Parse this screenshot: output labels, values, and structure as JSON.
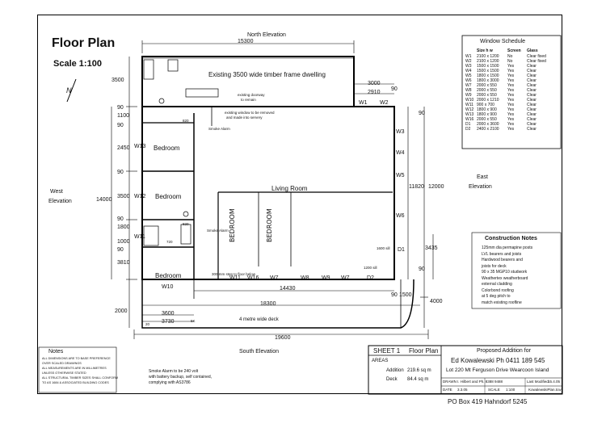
{
  "title": "Floor Plan",
  "scale": "Scale 1:100",
  "north_arrow": "N",
  "elevations": {
    "north": "North Elevation",
    "south": "South Elevation",
    "east": [
      "East",
      "Elevation"
    ],
    "west": [
      "West",
      "Elevation"
    ]
  },
  "rooms": {
    "existing": "Existing 3500 wide timber frame dwelling",
    "bedroom1": "Bedroom",
    "bedroom2": "Bedroom",
    "bedroom3": "Bedroom",
    "living": "Living Room",
    "bedroom_hand1": "BEDROOM",
    "bedroom_hand2": "BEDROOM",
    "deck": "4 metre wide deck",
    "smoke1": "Smoke Alarm",
    "smoke2": "Smoke Alarm"
  },
  "notes": {
    "doorway": [
      "existing doorway",
      "to remain"
    ],
    "window_removed": [
      "existing window to be removed",
      "and made into servery"
    ],
    "area_1600": "1600 sill",
    "area_1200": "1200 sill",
    "slide": "300 mm step to floor below"
  },
  "dimensions": {
    "top_15300": "15300",
    "left_3500": "3500",
    "left_1100": "1100",
    "left_2450": "2450",
    "left_3500b": "3500",
    "left_14000": "14000",
    "left_1800": "1800",
    "left_1000": "1000",
    "left_3810": "3810",
    "left_2000": "2000",
    "left_90a": "90",
    "left_90b": "90",
    "left_90c": "90",
    "left_90d": "90",
    "left_90e": "90",
    "right_3000": "3000",
    "right_2910": "2910",
    "right_90a": "90",
    "right_90b": "90",
    "right_11820": "11820",
    "right_12000": "12000",
    "right_3435": "3435",
    "right_90c": "90",
    "right_90d": "90",
    "right_1500": "1500",
    "right_4000": "4000",
    "bottom_14430": "14430",
    "bottom_18300": "18300",
    "bottom_3600": "3600",
    "bottom_3730": "3730",
    "bottom_19600": "19600",
    "small_820a": "820",
    "small_820b": "820",
    "small_720": "720",
    "small_20": "20",
    "small_5k": "5K"
  },
  "window_tags": {
    "w1": "W1",
    "w2": "W2",
    "w3": "W3",
    "w4": "W4",
    "w5": "W5",
    "w6": "W6",
    "w8": "W8",
    "w9": "W9",
    "w10": "W10",
    "w11": "W11",
    "w12": "W12",
    "w13": "W13",
    "w16": "W16",
    "w7": "W7",
    "d1": "D1",
    "d2": "D2"
  },
  "window_schedule": {
    "title": "Window Schedule",
    "headers": [
      "",
      "Size h  w",
      "Screen",
      "Glass"
    ],
    "rows": [
      [
        "W1",
        "2100 x 1200",
        "No",
        "Clear  fixed"
      ],
      [
        "W2",
        "2100 x 1200",
        "No",
        "Clear  fixed"
      ],
      [
        "W3",
        "1500 x 1500",
        "Yes",
        "Clear"
      ],
      [
        "W4",
        "1500 x 1500",
        "Yes",
        "Clear"
      ],
      [
        "W5",
        "1800 x 1500",
        "Yes",
        "Clear"
      ],
      [
        "W6",
        "1800 x 3000",
        "Yes",
        "Clear"
      ],
      [
        "W7",
        "2000 x 550",
        "Yes",
        "Clear"
      ],
      [
        "W8",
        "2000 x 550",
        "Yes",
        "Clear"
      ],
      [
        "W9",
        "2000 x 550",
        "Yes",
        "Clear"
      ],
      [
        "W10",
        "2000 x 1210",
        "Yes",
        "Clear"
      ],
      [
        "W11",
        "900 x 700",
        "Yes",
        "Clear"
      ],
      [
        "W12",
        "1800 x 900",
        "Yes",
        "Clear"
      ],
      [
        "W13",
        "1800 x 900",
        "Yes",
        "Clear"
      ],
      [
        "W16",
        "2000 x 550",
        "Yes",
        "Clear"
      ],
      [
        "D1",
        "2000 x 3600",
        "Yes",
        "Clear"
      ],
      [
        "D2",
        "2400 x 2100",
        "Yes",
        "Clear"
      ]
    ]
  },
  "construction_notes": {
    "title": "Construction Notes",
    "lines": [
      "125mm dia permapine posts",
      "LVL bearers and joists",
      "Hardwood bearers and",
      "joists for deck",
      "90 x 35 MGP10 studwork",
      "Weathertex weatherboard",
      "external cladding",
      "Colorbond roofing",
      "at 5 deg pitch to",
      "match existing roofline"
    ]
  },
  "notes_box": {
    "title": "Notes",
    "lines": [
      "ALL DIMENSIONS ARE TO BASE PREFERENCE",
      "OVER SCALED DRAWINGS",
      "ALL MEASUREMENTS ARE IN MILLIMETRES",
      "UNLESS OTHERWISE STATED",
      "ALL STRUCTURAL TIMBER SIZES SHALL CONFORM",
      "TO AS 1684 & ASSOCIATED BUILDING CODES"
    ]
  },
  "smoke_note": [
    "Smoke Alarm to be 240 volt",
    "with battery backup, self contained,",
    "complying with AS3786"
  ],
  "title_block": {
    "sheet": "SHEET 1",
    "sheet_title": "Floor Plan",
    "areas_label": "AREAS",
    "addition_label": "Addition",
    "addition_value": "219.6 sq m",
    "deck_label": "Deck",
    "deck_value": "84.4 sq m",
    "proposed": "Proposed Addition for",
    "client": "Ed Kowalewski  Ph 0411 189 545",
    "lot": "Lot 220 Mt Ferguson Drive Wearcoon Island",
    "drawn": "DRAWN",
    "drawn_by": "I. Hilbert and  Ph. 8388 9488",
    "last_mod_label": "Last Modified",
    "last_mod": "15.4.05",
    "date_label": "DATE",
    "date": "3.3.05",
    "scale_label": "SCALE",
    "scale": "1:100",
    "file": "KowalewskiPlan.tcw"
  },
  "po_box": "PO Box 419 Hahndorf 5245"
}
